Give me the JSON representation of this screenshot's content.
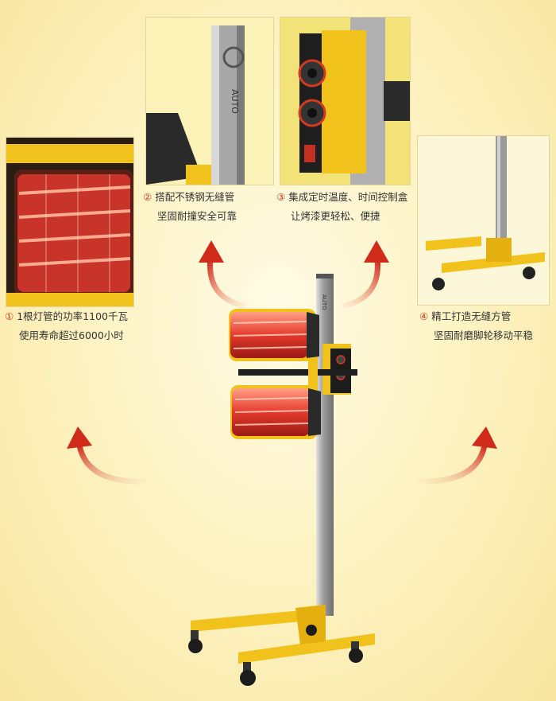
{
  "features": [
    {
      "num": "①",
      "line1": "1根灯管的功率1100千瓦",
      "line2": "使用寿命超过6000小时"
    },
    {
      "num": "②",
      "line1": "搭配不锈钢无缝管",
      "line2": "坚固耐撞安全可靠"
    },
    {
      "num": "③",
      "line1": "集成定时温度、时间控制盒",
      "line2": "让烤漆更轻松、便捷"
    },
    {
      "num": "④",
      "line1": "精工打造无缝方管",
      "line2": "坚固耐磨脚轮移动平稳"
    }
  ],
  "brand_text": "AUTO",
  "colors": {
    "accent": "#d23a1e",
    "frame_yellow": "#f2c21c",
    "lamp_red": "#e8493a"
  }
}
